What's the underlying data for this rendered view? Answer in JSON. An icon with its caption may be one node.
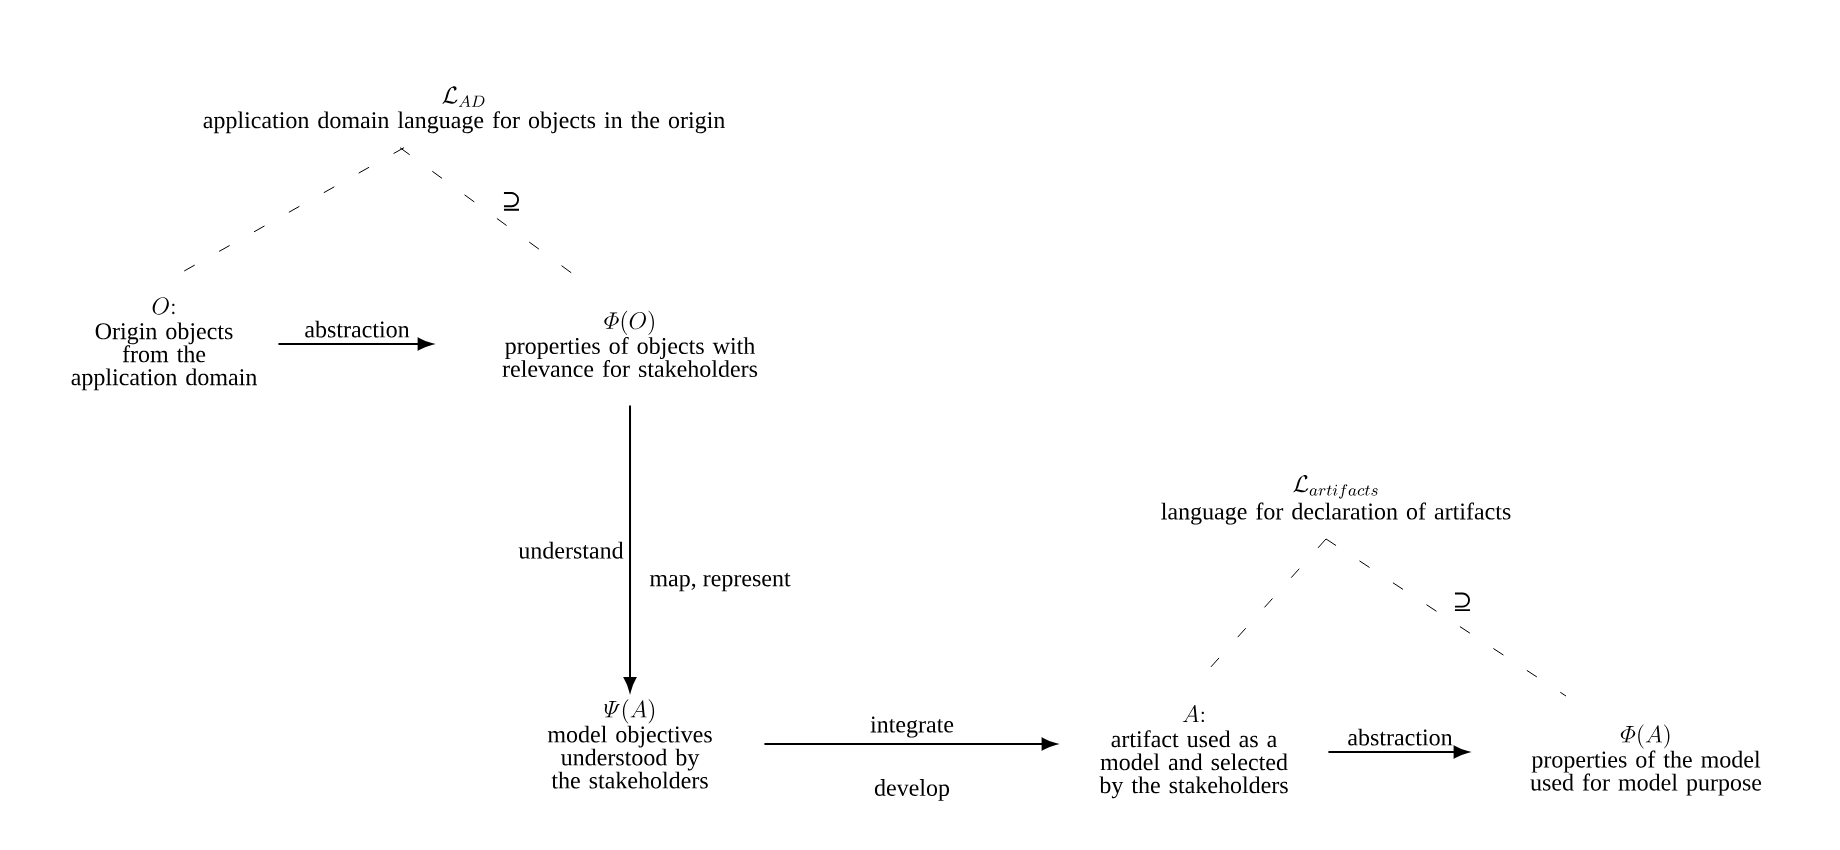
{
  "diagram": {
    "nodes": [
      {
        "text": [
          "\\mathcal{L}_{AD}",
          "application domain language for objects in the origin"
        ]
      },
      {
        "text": [
          "O{:}",
          "Origin objects from the application domain"
        ]
      },
      {
        "text": [
          "\\varPhi(O)",
          "properties of objects with relevance for stakeholders"
        ]
      },
      {
        "text": [
          "\\varPsi(A)",
          "model objectives understood by the stakeholders"
        ]
      },
      {
        "text": [
          "\\mathcal{L}_{artifacts}",
          "language for declaration of artifacts"
        ]
      },
      {
        "text": [
          "A{:}",
          "artifact used as a model and selected by the stakeholders"
        ]
      },
      {
        "text": [
          "\\varPhi(A)",
          "properties of the model used for model purpose"
        ]
      }
    ],
    "edges": [
      {
        "from": 0,
        "to": 1,
        "arrow": "none",
        "style": "dashed"
      },
      {
        "from": 0,
        "to": 2,
        "arrow": "none",
        "style": "dashed",
        "label": "⊇"
      },
      {
        "from": 1,
        "to": 2,
        "arrow": "to",
        "label": "abstraction"
      },
      {
        "from": 2,
        "to": 3,
        "arrow": "to",
        "label": "understand"
      },
      {
        "from": 3,
        "to": 5,
        "arrow": "to",
        "label": "integrate"
      },
      {
        "from": 4,
        "to": 5,
        "arrow": "none",
        "style": "dashed"
      },
      {
        "from": 4,
        "to": 6,
        "arrow": "none",
        "style": "dashed",
        "label": "⊇"
      },
      {
        "from": 5,
        "to": 6,
        "arrow": "to",
        "label": "abstraction"
      }
    ],
    "labels": [
      "map, represent",
      "develop"
    ]
  }
}
